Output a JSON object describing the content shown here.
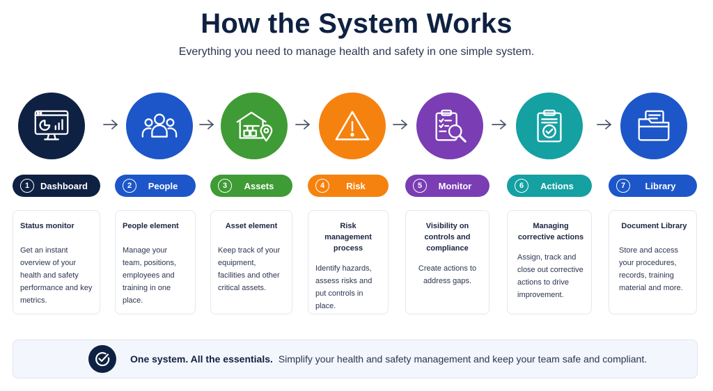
{
  "header": {
    "title": "How the System Works",
    "subtitle": "Everything you need to manage health and safety in one simple system."
  },
  "steps": [
    {
      "number": "1",
      "label": "Dashboard",
      "color": "#0f2142",
      "icon": "monitor-dashboard-icon",
      "card_title": "Status monitor",
      "card_desc": "Get an instant overview of your health and safety performance and key metrics."
    },
    {
      "number": "2",
      "label": "People",
      "color": "#1d56c8",
      "icon": "people-group-icon",
      "card_title": "People element",
      "card_desc": "Manage your team, positions, employees and training in one place."
    },
    {
      "number": "3",
      "label": "Assets",
      "color": "#3f9b35",
      "icon": "warehouse-location-icon",
      "card_title": "Asset element",
      "card_desc": "Keep track of your equipment, facilities and other critical assets."
    },
    {
      "number": "4",
      "label": "Risk",
      "color": "#f5820f",
      "icon": "warning-triangle-icon",
      "card_title": "Risk management process",
      "card_desc": "Identify hazards, assess risks and put controls in place."
    },
    {
      "number": "5",
      "label": "Monitor",
      "color": "#7a3db4",
      "icon": "clipboard-search-icon",
      "card_title": "Visibility on controls and compliance",
      "card_desc": "Create actions to address gaps."
    },
    {
      "number": "6",
      "label": "Actions",
      "color": "#15a0a2",
      "icon": "clipboard-check-icon",
      "card_title": "Managing corrective actions",
      "card_desc": "Assign, track and close out corrective actions to drive improvement."
    },
    {
      "number": "7",
      "label": "Library",
      "color": "#1d56c8",
      "icon": "folder-documents-icon",
      "card_title": "Document Library",
      "card_desc": "Store and access your procedures, records, training material and more."
    }
  ],
  "banner": {
    "strong": "One system. All the essentials.",
    "text": "Simplify your health and safety management and keep your team safe and compliant.",
    "icon": "check-circle-icon"
  }
}
